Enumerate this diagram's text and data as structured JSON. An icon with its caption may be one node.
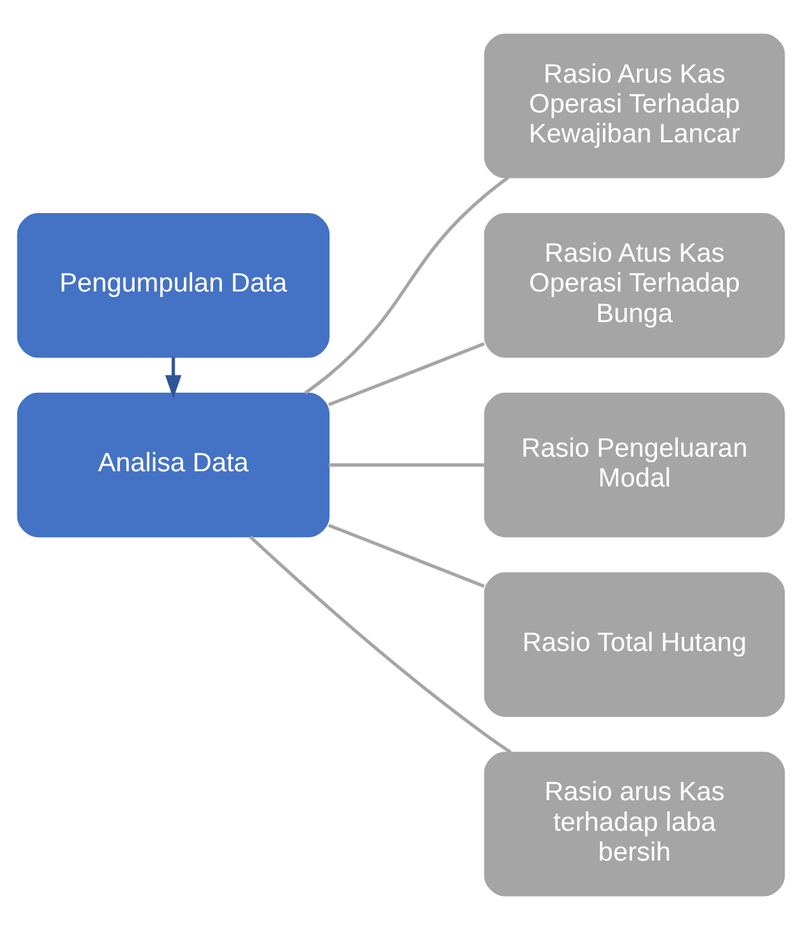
{
  "diagram": {
    "nodes": [
      {
        "text": [
          "Pengumpulan Data"
        ]
      },
      {
        "text": [
          "Analisa Data"
        ]
      },
      {
        "text": [
          "Rasio Arus Kas Operasi Terhadap Kewajiban Lancar"
        ]
      },
      {
        "text": [
          "Rasio Atus Kas Operasi Terhadap Bunga"
        ]
      },
      {
        "text": [
          "Rasio Pengeluaran Modal"
        ]
      },
      {
        "text": [
          "Rasio Total Hutang"
        ]
      },
      {
        "text": [
          "Rasio arus Kas terhadap laba bersih"
        ]
      }
    ],
    "edges": [
      {
        "from": 0,
        "to": 1,
        "arrow": "to",
        "color": "#2f5597"
      },
      {
        "from": 1,
        "to": 2,
        "arrow": "none"
      },
      {
        "from": 1,
        "to": 3,
        "arrow": "none"
      },
      {
        "from": 1,
        "to": 4,
        "arrow": "none"
      },
      {
        "from": 1,
        "to": 5,
        "arrow": "none"
      },
      {
        "from": 1,
        "to": 6,
        "arrow": "none"
      }
    ]
  }
}
